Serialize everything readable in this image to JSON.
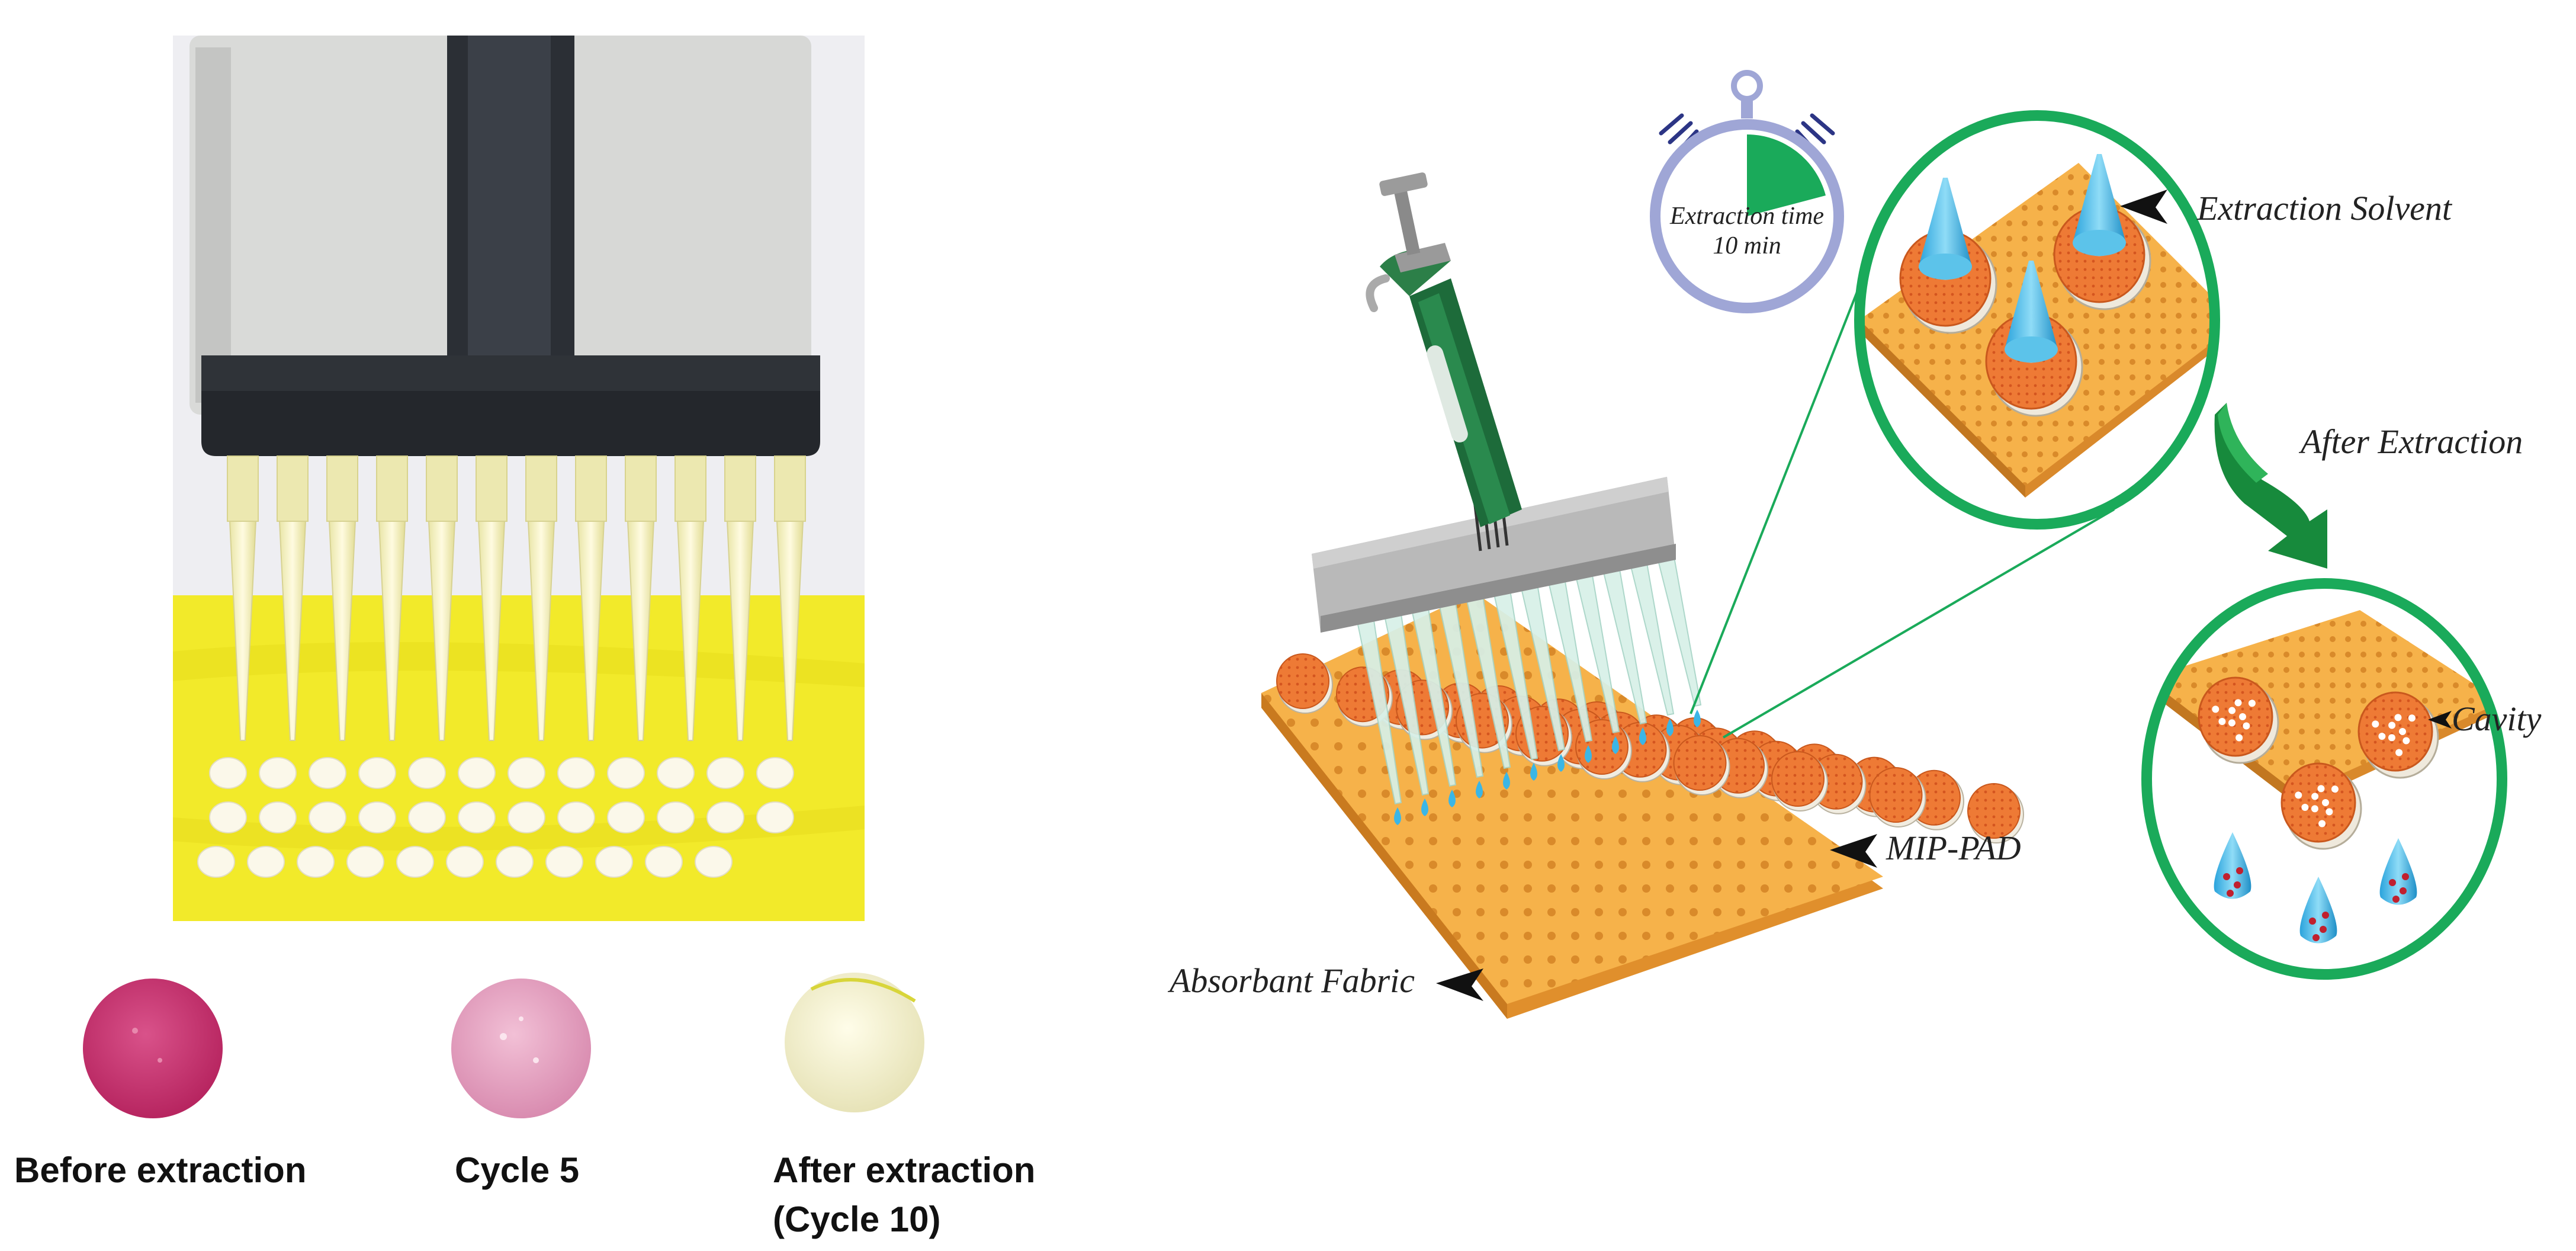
{
  "photo_captions": {
    "before": "Before extraction",
    "cycle5": "Cycle 5",
    "after_line1": "After extraction",
    "after_line2": "(Cycle 10)"
  },
  "diagram_labels": {
    "extraction_solvent": "Extraction Solvent",
    "after_extraction": "After Extraction",
    "cavity": "Cavity",
    "mip_pad": "MIP-PAD",
    "absorbant_fabric": "Absorbant Fabric"
  },
  "timer": {
    "line1": "Extraction time",
    "line2": "10 min"
  },
  "colors": {
    "fabric": "#f6b24a",
    "fabric_dots": "#d98a2a",
    "pad": "#ee7a35",
    "green_ring": "#1aaa5a",
    "pipette_green": "#1d6b3a",
    "droplet": "#3bb6e6",
    "before_disc": "#c7346f",
    "cycle5_disc": "#e8a6c2",
    "after_disc": "#f4f3d2",
    "tray_yellow": "#f2ea2a"
  },
  "icons": {
    "arrow_pointer": "black-arrowhead-icon",
    "curved_arrow": "green-curved-arrow-icon",
    "stopwatch": "stopwatch-icon"
  }
}
